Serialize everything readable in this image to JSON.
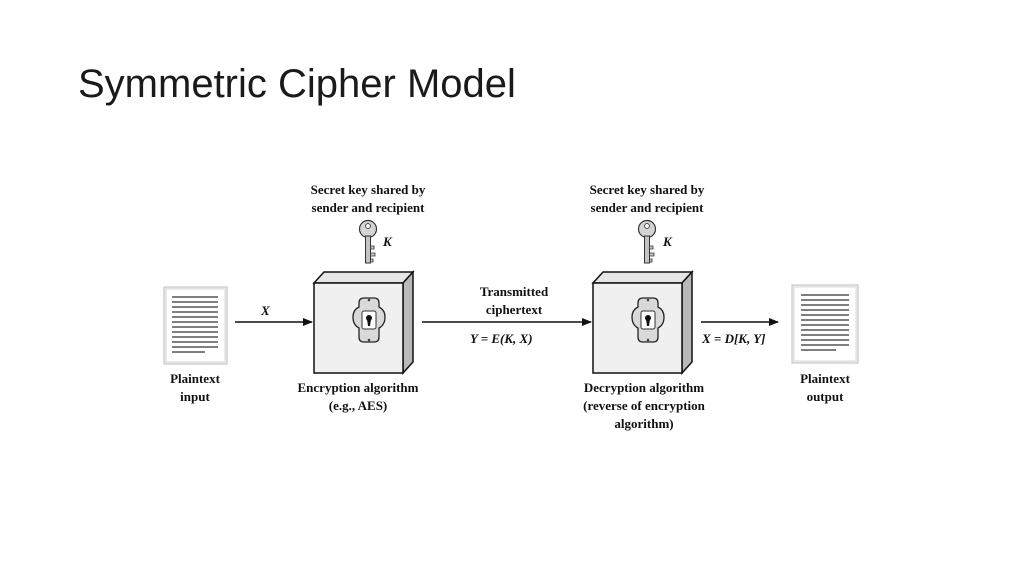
{
  "slide": {
    "title": "Symmetric Cipher Model"
  },
  "diagram": {
    "secret_key_left": {
      "line1": "Secret key shared by",
      "line2": "sender and recipient",
      "key_symbol": "K"
    },
    "secret_key_right": {
      "line1": "Secret key shared by",
      "line2": "sender and recipient",
      "key_symbol": "K"
    },
    "plaintext_input": {
      "line1": "Plaintext",
      "line2": "input"
    },
    "input_symbol": "X",
    "encryption": {
      "line1": "Encryption algorithm",
      "line2": "(e.g., AES)"
    },
    "transmitted": {
      "line1": "Transmitted",
      "line2": "ciphertext"
    },
    "ciphertext_formula": "Y = E(K, X)",
    "decryption": {
      "line1": "Decryption algorithm",
      "line2": "(reverse of encryption",
      "line3": "algorithm)"
    },
    "decryption_formula": "X = D[K, Y]",
    "plaintext_output": {
      "line1": "Plaintext",
      "line2": "output"
    },
    "icons": {
      "key": "key-icon",
      "lock": "keyhole-lock-icon",
      "document": "document-icon",
      "arrow": "arrow-right-icon"
    }
  }
}
